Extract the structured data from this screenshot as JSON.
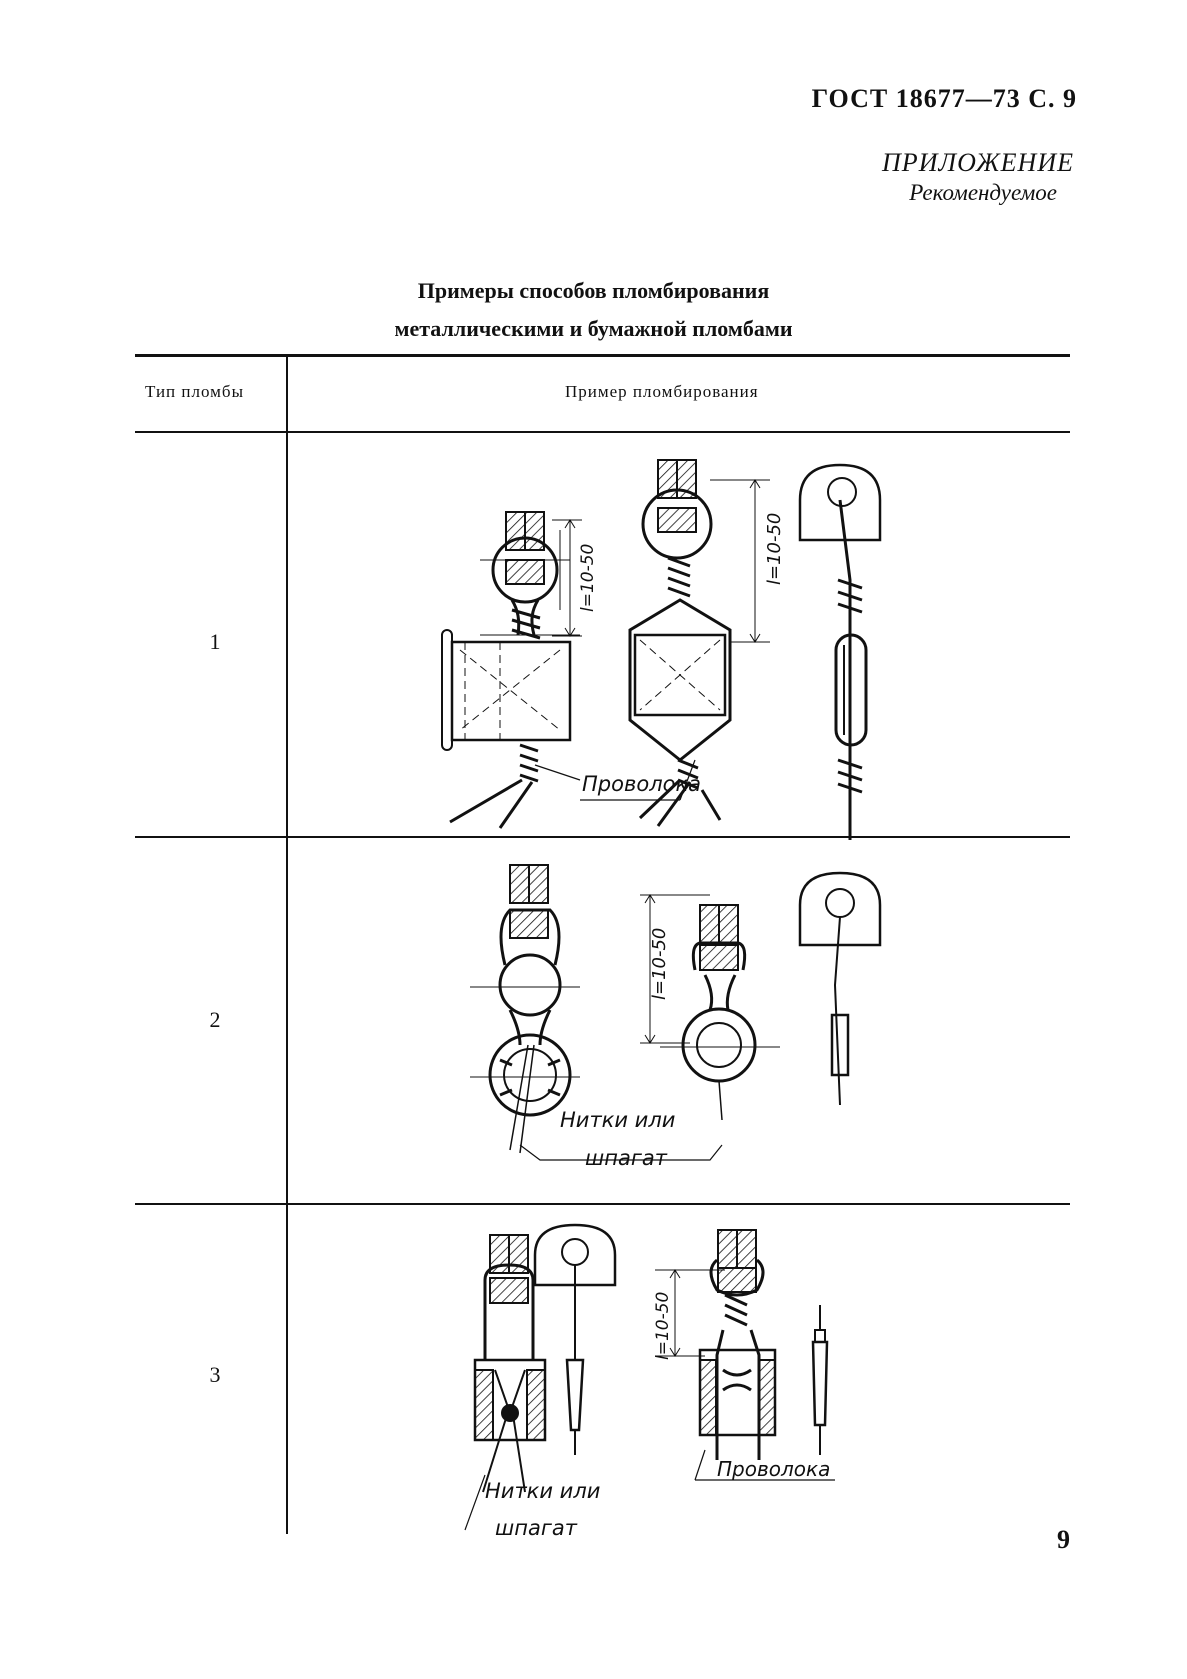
{
  "header": {
    "doc_ref": "ГОСТ 18677—73 С. 9"
  },
  "annex": {
    "title": "ПРИЛОЖЕНИЕ",
    "subtitle": "Рекомендуемое"
  },
  "title": {
    "line1": "Примеры способов пломбирования",
    "line2": "металлическими и бумажной пломбами"
  },
  "table": {
    "col_type": "Тип пломбы",
    "col_example": "Пример пломбирования",
    "rows": [
      {
        "number": "1",
        "dim_a": "l=10-50",
        "dim_b": "l=10-50",
        "label": "Проволока"
      },
      {
        "number": "2",
        "dim_a": "l=10-50",
        "label_line1": "Нитки или",
        "label_line2": "шпагат"
      },
      {
        "number": "3",
        "dim_a": "l=10-50",
        "label_line1": "Нитки или",
        "label_line2": "шпагат",
        "label_b": "Проволока"
      }
    ]
  },
  "page_number": "9"
}
